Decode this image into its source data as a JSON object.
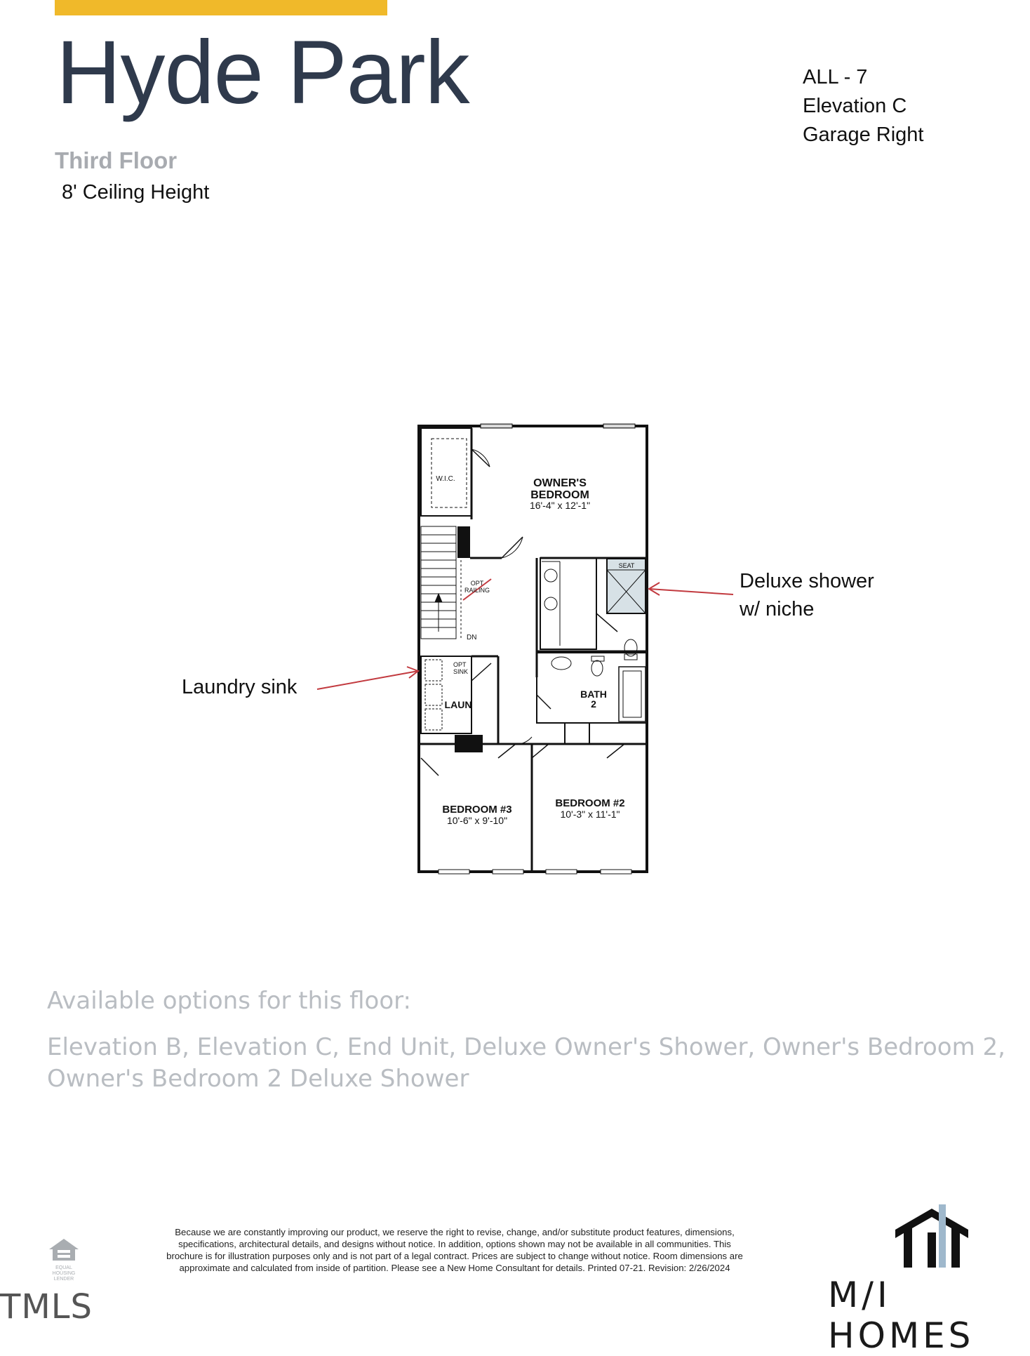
{
  "header": {
    "title": "Hyde Park",
    "subtitle": "Third Floor",
    "ceiling": "8' Ceiling Height",
    "meta": [
      "ALL - 7",
      "Elevation C",
      "Garage Right"
    ]
  },
  "colors": {
    "accent": "#f0b92a",
    "title": "#2f3a4c",
    "subtitle": "#a8abb0",
    "arrow": "#c23a3f",
    "options_text": "#b9bdc2"
  },
  "floorplan": {
    "rooms": {
      "wic": "W.I.C.",
      "owners_name_1": "OWNER'S",
      "owners_name_2": "BEDROOM",
      "owners_dim": "16'-4\" x 12'-1\"",
      "seat": "SEAT",
      "opt_railing_1": "OPT",
      "opt_railing_2": "RAILING",
      "dn": "DN",
      "opt_sink_1": "OPT",
      "opt_sink_2": "SINK",
      "laun": "LAUN",
      "bath2_1": "BATH",
      "bath2_2": "2",
      "bed3_name": "BEDROOM #3",
      "bed3_dim": "10'-6\" x 9'-10\"",
      "bed2_name": "BEDROOM #2",
      "bed2_dim": "10'-3\" x 11'-1\""
    }
  },
  "callouts": {
    "shower_line1": "Deluxe shower",
    "shower_line2": "w/ niche",
    "laundry": "Laundry sink"
  },
  "options": {
    "heading": "Available options for this floor:",
    "list": "Elevation B, Elevation C, End Unit, Deluxe Owner's Shower, Owner's Bedroom 2, Owner's Bedroom 2 Deluxe Shower"
  },
  "footer": {
    "disclaimer": "Because we are constantly improving our product, we reserve the right to revise, change, and/or substitute product features, dimensions, specifications, architectural details, and designs without notice. In addition, options shown may not be available in all communities. This brochure is for illustration purposes only and is not part of a legal contract. Prices are subject to change without notice. Room dimensions are approximate and calculated from inside of partition. Please see a New Home Consultant for details. Printed 07-21. Revision: 2/26/2024",
    "eho_text_1": "EQUAL HOUSING",
    "eho_text_2": "LENDER",
    "mls_mark": "TMLS",
    "brand": "M/I HOMES"
  }
}
